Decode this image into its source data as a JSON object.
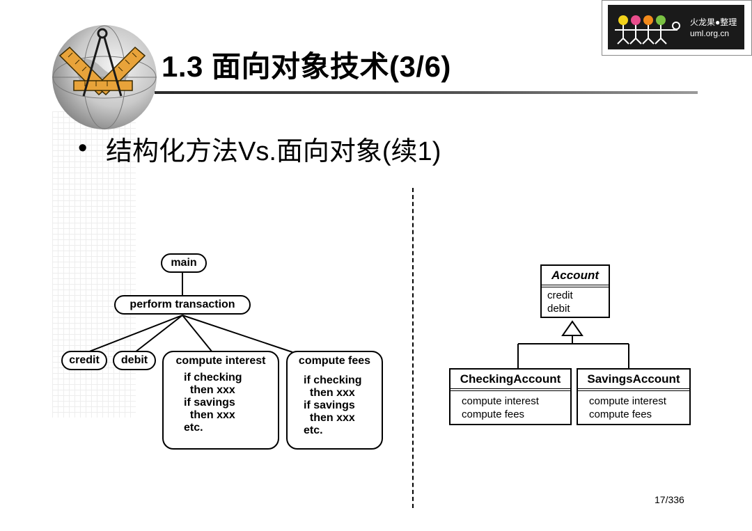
{
  "slide": {
    "title": "1.3 面向对象技术(3/6)",
    "bullet": "结构化方法Vs.面向对象(续1)",
    "page_number": "17/336",
    "logo": {
      "line1": "火龙果●整理",
      "line2": "uml.org.cn"
    }
  },
  "structured": {
    "main": "main",
    "perform": "perform transaction",
    "credit": "credit",
    "debit": "debit",
    "interest": {
      "title": "compute interest",
      "body": "if checking\n  then xxx\nif savings\n  then xxx\netc."
    },
    "fees": {
      "title": "compute fees",
      "body": "if checking\n  then xxx\nif savings\n  then xxx\netc."
    }
  },
  "oo": {
    "account": {
      "name": "Account",
      "ops": [
        "credit",
        "debit"
      ]
    },
    "checking": {
      "name": "CheckingAccount",
      "ops": [
        "compute interest",
        "compute fees"
      ]
    },
    "savings": {
      "name": "SavingsAccount",
      "ops": [
        "compute interest",
        "compute fees"
      ]
    }
  },
  "colors": {
    "accent": "#e8a33a",
    "rule": "#333333"
  }
}
